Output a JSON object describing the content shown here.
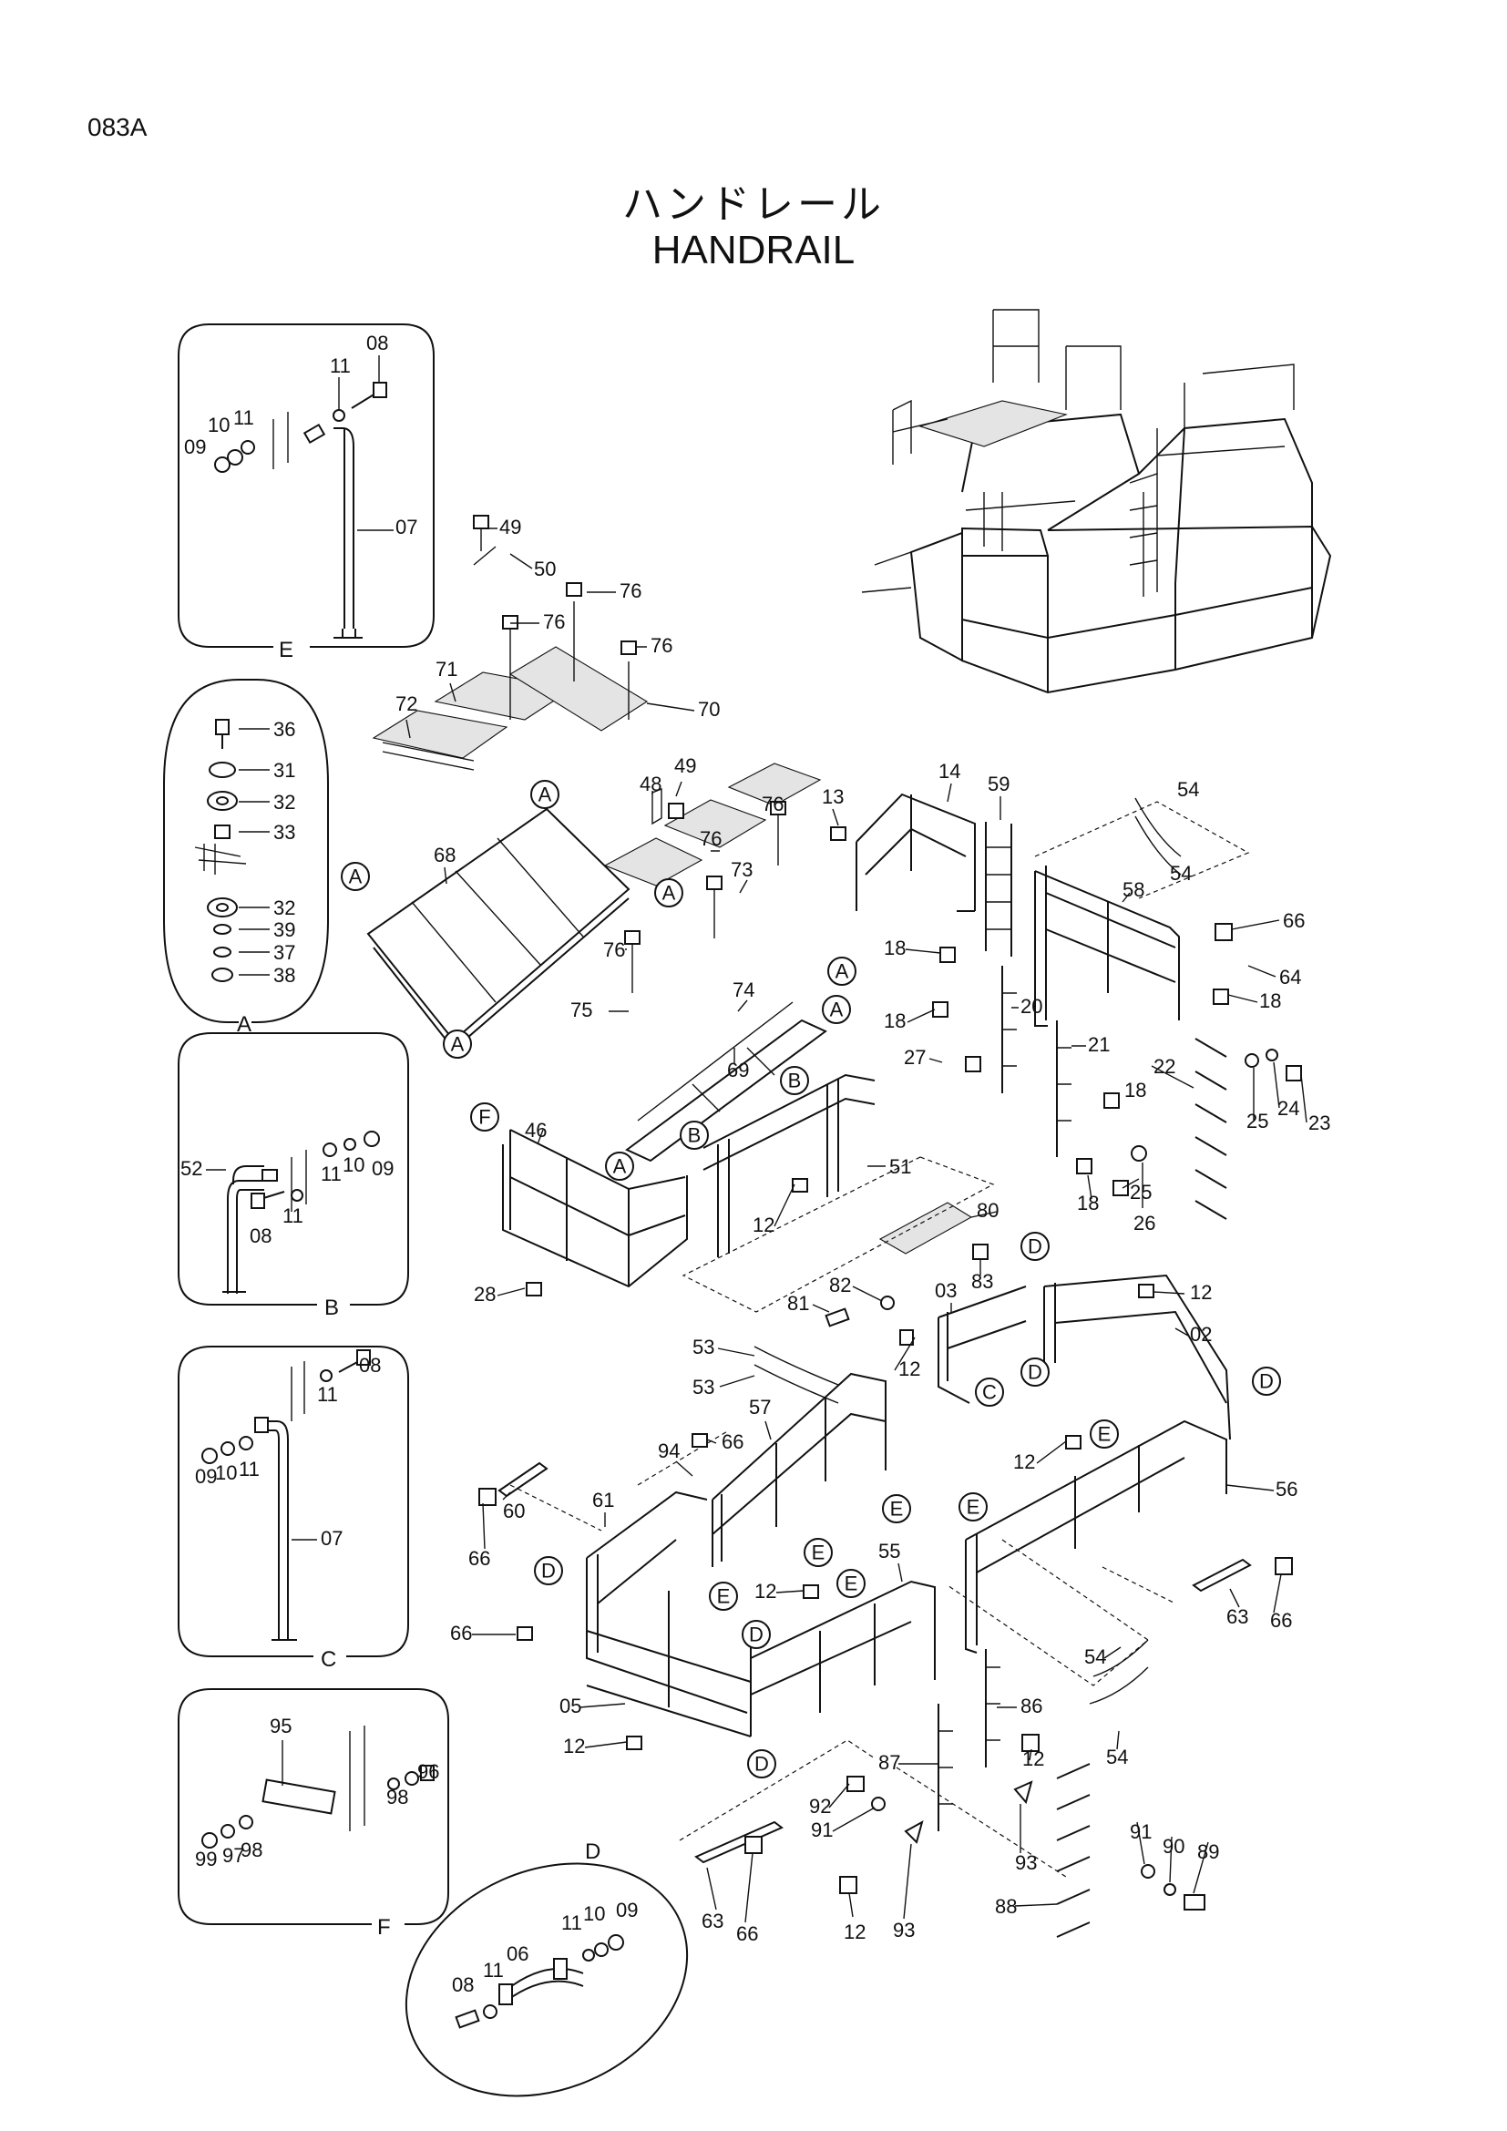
{
  "page_code": "083A",
  "title_jp": "ハンドレール",
  "title_en": "HANDRAIL",
  "insets": [
    {
      "letter": "E"
    },
    {
      "letter": "A"
    },
    {
      "letter": "B"
    },
    {
      "letter": "C"
    },
    {
      "letter": "F"
    },
    {
      "letter": "D"
    }
  ],
  "callout_letters": [
    "A",
    "B",
    "C",
    "D",
    "E",
    "F"
  ],
  "part_numbers": [
    "02",
    "03",
    "05",
    "06",
    "07",
    "08",
    "09",
    "10",
    "11",
    "12",
    "13",
    "14",
    "18",
    "20",
    "21",
    "22",
    "23",
    "24",
    "25",
    "26",
    "27",
    "28",
    "31",
    "32",
    "33",
    "36",
    "37",
    "38",
    "39",
    "46",
    "48",
    "49",
    "50",
    "51",
    "52",
    "53",
    "54",
    "55",
    "56",
    "57",
    "58",
    "59",
    "60",
    "61",
    "63",
    "64",
    "66",
    "68",
    "69",
    "70",
    "71",
    "72",
    "73",
    "74",
    "75",
    "76",
    "80",
    "81",
    "82",
    "83",
    "86",
    "87",
    "88",
    "89",
    "90",
    "91",
    "92",
    "93",
    "94",
    "95",
    "96",
    "97",
    "98",
    "99"
  ]
}
